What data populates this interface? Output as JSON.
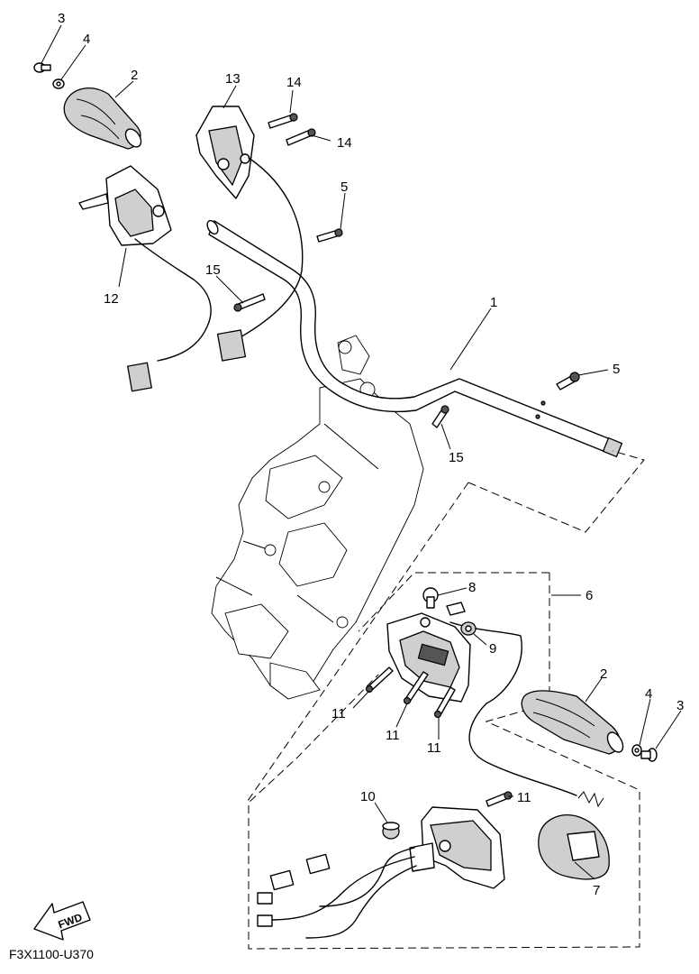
{
  "diagram_code": "F3X1100-U370",
  "fwd_label": "FWD",
  "callouts": {
    "c1": "1",
    "c2a": "2",
    "c2b": "2",
    "c3a": "3",
    "c3b": "3",
    "c4a": "4",
    "c4b": "4",
    "c5a": "5",
    "c5b": "5",
    "c6": "6",
    "c7": "7",
    "c8": "8",
    "c9": "9",
    "c10": "10",
    "c11a": "11",
    "c11b": "11",
    "c11c": "11",
    "c11d": "11",
    "c12": "12",
    "c13": "13",
    "c14a": "14",
    "c14b": "14",
    "c15a": "15",
    "c15b": "15"
  }
}
